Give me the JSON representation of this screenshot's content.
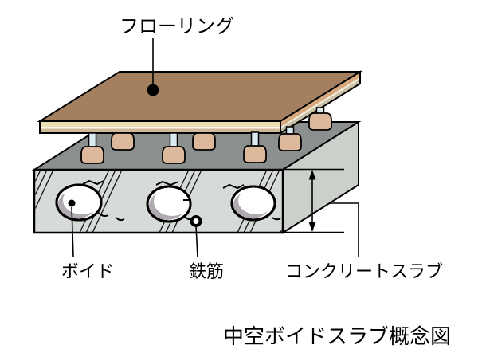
{
  "figure": {
    "caption": "中空ボイドスラブ概念図",
    "labels": {
      "flooring": "フローリング",
      "void": "ボイド",
      "rebar": "鉄筋",
      "concrete_slab": "コンクリートスラブ"
    },
    "colors": {
      "flooring_top": "#A48061",
      "flooring_edge_cream": "#E9DDB3",
      "flooring_edge_white": "#FAF8F0",
      "flooring_edge_tan": "#CEB897",
      "flooring_side_band1": "#D8A87E",
      "flooring_side_band2": "#EFEADB",
      "flooring_side_band3": "#C9BFA5",
      "slab_top": "#8B8F8D",
      "slab_front": "#D7DBD7",
      "slab_side": "#CBD0CB",
      "support_foot": "#DCB89C",
      "support_bolt": "#D9EBEF",
      "void_fill": "#FFFFFF",
      "void_shadow": "#B1A9B1",
      "outline": "#000000",
      "background": "#FFFFFF"
    }
  }
}
